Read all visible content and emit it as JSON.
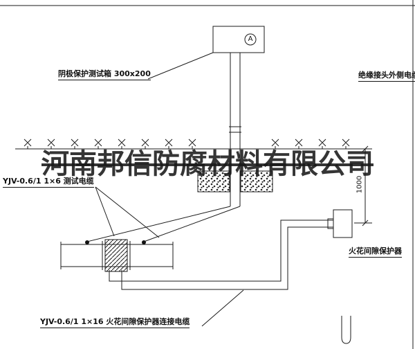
{
  "watermark": {
    "text": "河南邦信防腐材料有限公司"
  },
  "labels": {
    "test_box": "阴极保护测试箱 300x200",
    "insulated_joint_cable": "绝缘接头外侧电缆",
    "test_cable": "YJV-0.6/1 1×6  测试电缆",
    "spark_gap_protector": "火花间隙保护器",
    "spark_gap_cable": "YJV-0.6/1 1×16  火花间隙保护器连接电缆",
    "meter_letter": "A",
    "dimension_1000": "1000"
  },
  "colors": {
    "line": "#1a1a1a",
    "background": "#ffffff",
    "watermark": "#191919"
  }
}
